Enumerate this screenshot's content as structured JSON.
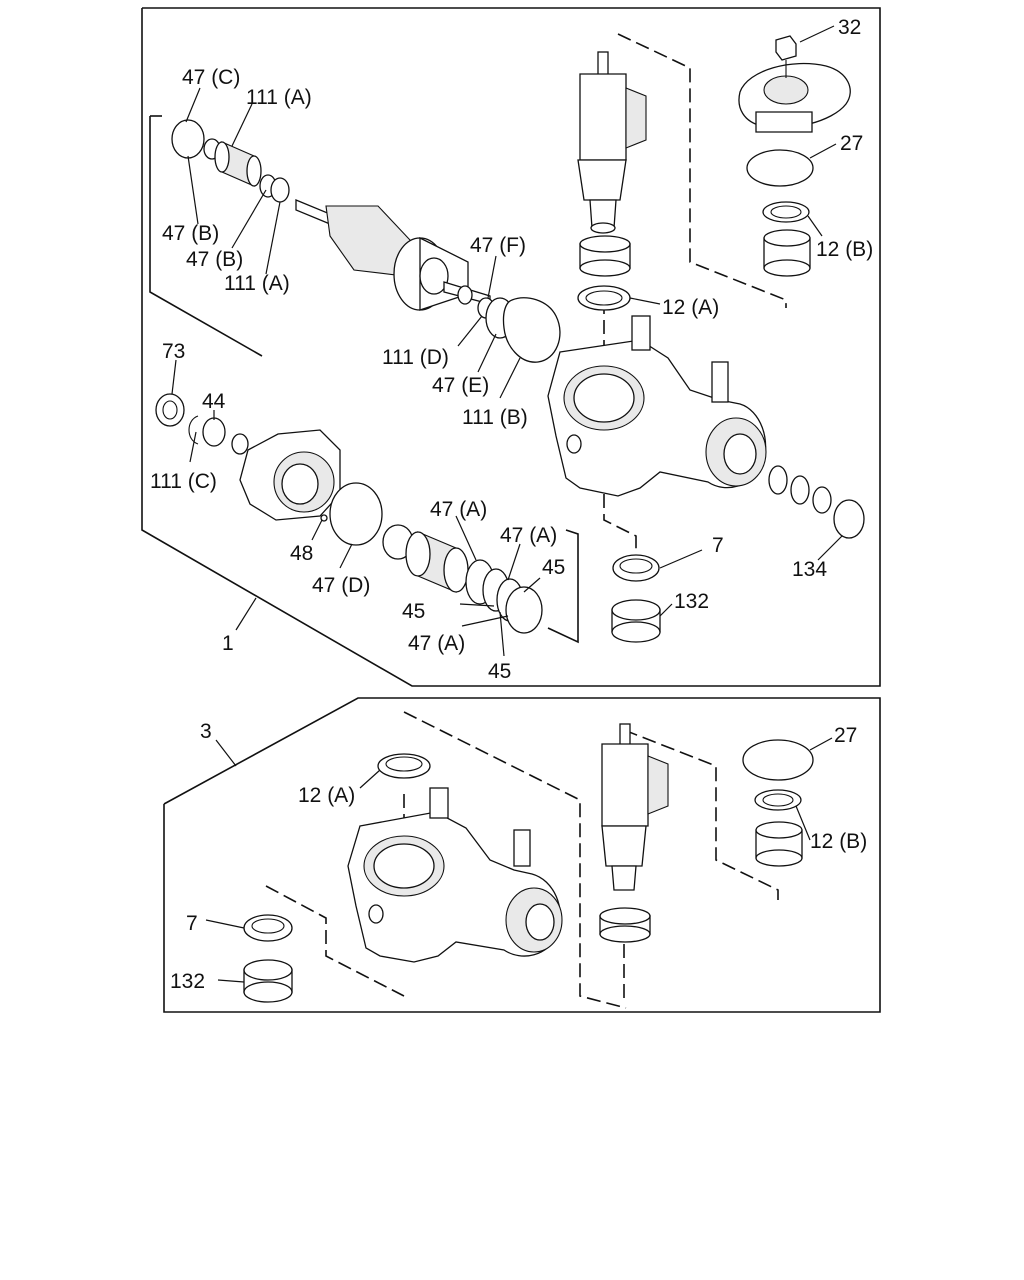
{
  "upper_assembly": {
    "callout": "1",
    "labels": {
      "p32": "32",
      "p47c": "47 (C)",
      "p111a_top": "111 (A)",
      "p27": "27",
      "p47b_1": "47 (B)",
      "p47b_2": "47 (B)",
      "p12b": "12 (B)",
      "p111a_bottom": "111 (A)",
      "p47f": "47 (F)",
      "p12a": "12 (A)",
      "p73": "73",
      "p44": "44",
      "p111d": "111 (D)",
      "p47e": "47 (E)",
      "p111b": "111 (B)",
      "p111c": "111 (C)",
      "p47a_1": "47 (A)",
      "p47a_2": "47 (A)",
      "p7": "7",
      "p48": "48",
      "p45_1": "45",
      "p132": "132",
      "p134": "134",
      "p47d": "47 (D)",
      "p45_2": "45",
      "p47a_3": "47 (A)",
      "p45_3": "45"
    }
  },
  "lower_assembly": {
    "callout": "3",
    "labels": {
      "p27": "27",
      "p12a": "12 (A)",
      "p12b": "12 (B)",
      "p7": "7",
      "p132": "132"
    }
  }
}
